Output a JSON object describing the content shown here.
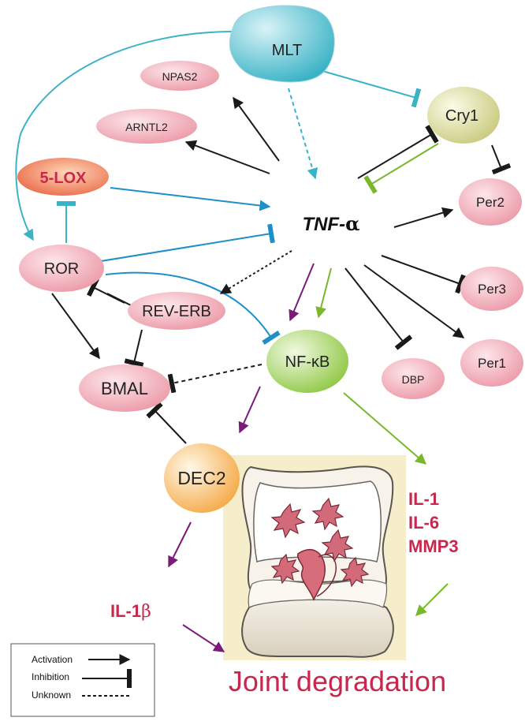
{
  "colors": {
    "activation": "#1a1a1a",
    "mlt_edge": "#3bb3c6",
    "blue_edge": "#1e90c8",
    "purple_edge": "#7b1a7a",
    "green_edge": "#79b82a",
    "red_text": "#c8284e"
  },
  "nodes": {
    "mlt": "MLT",
    "npas2": "NPAS2",
    "cry1": "Cry1",
    "arntl2": "ARNTL2",
    "five_lox": "5-LOX",
    "tnf_main": "TNF-",
    "tnf_alpha": "α",
    "per2": "Per2",
    "ror": "ROR",
    "rev_erb": "REV-ERB",
    "per3": "Per3",
    "nfkb": "NF-κB",
    "per1": "Per1",
    "bmal": "BMAL",
    "dbp": "DBP",
    "dec2": "DEC2"
  },
  "outputs": {
    "il1": "IL-1",
    "il6": "IL-6",
    "mmp3": "MMP3",
    "il1b_main": "IL-1",
    "il1b_beta": "β",
    "joint_degradation": "Joint degradation"
  },
  "legend": {
    "activation": "Activation",
    "inhibition": "Inhibition",
    "unknown": "Unknown"
  }
}
